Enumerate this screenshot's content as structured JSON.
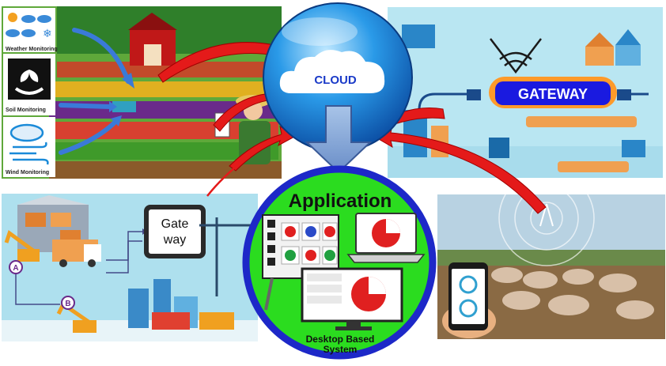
{
  "farm_panel": {
    "weather_label": "Weather Monitoring",
    "soil_label": "Soil Monitoring",
    "wind_label": "Wind Monitoring"
  },
  "cloud": {
    "label": "CLOUD"
  },
  "gateway_panel": {
    "label": "GATEWAY"
  },
  "warehouse_panel": {
    "gateway_line1": "Gate",
    "gateway_line2": "way",
    "marker_a": "A",
    "marker_b": "B"
  },
  "application": {
    "title": "Application",
    "caption_line1": "Desktop Based",
    "caption_line2": "System"
  },
  "colors": {
    "arrow_red": "#e41a1a",
    "app_green": "#2bdc1f",
    "app_ring_blue": "#1d28c8",
    "cloud_blue": "#1d8fe0",
    "gateway_blue": "#1a1ae0"
  }
}
